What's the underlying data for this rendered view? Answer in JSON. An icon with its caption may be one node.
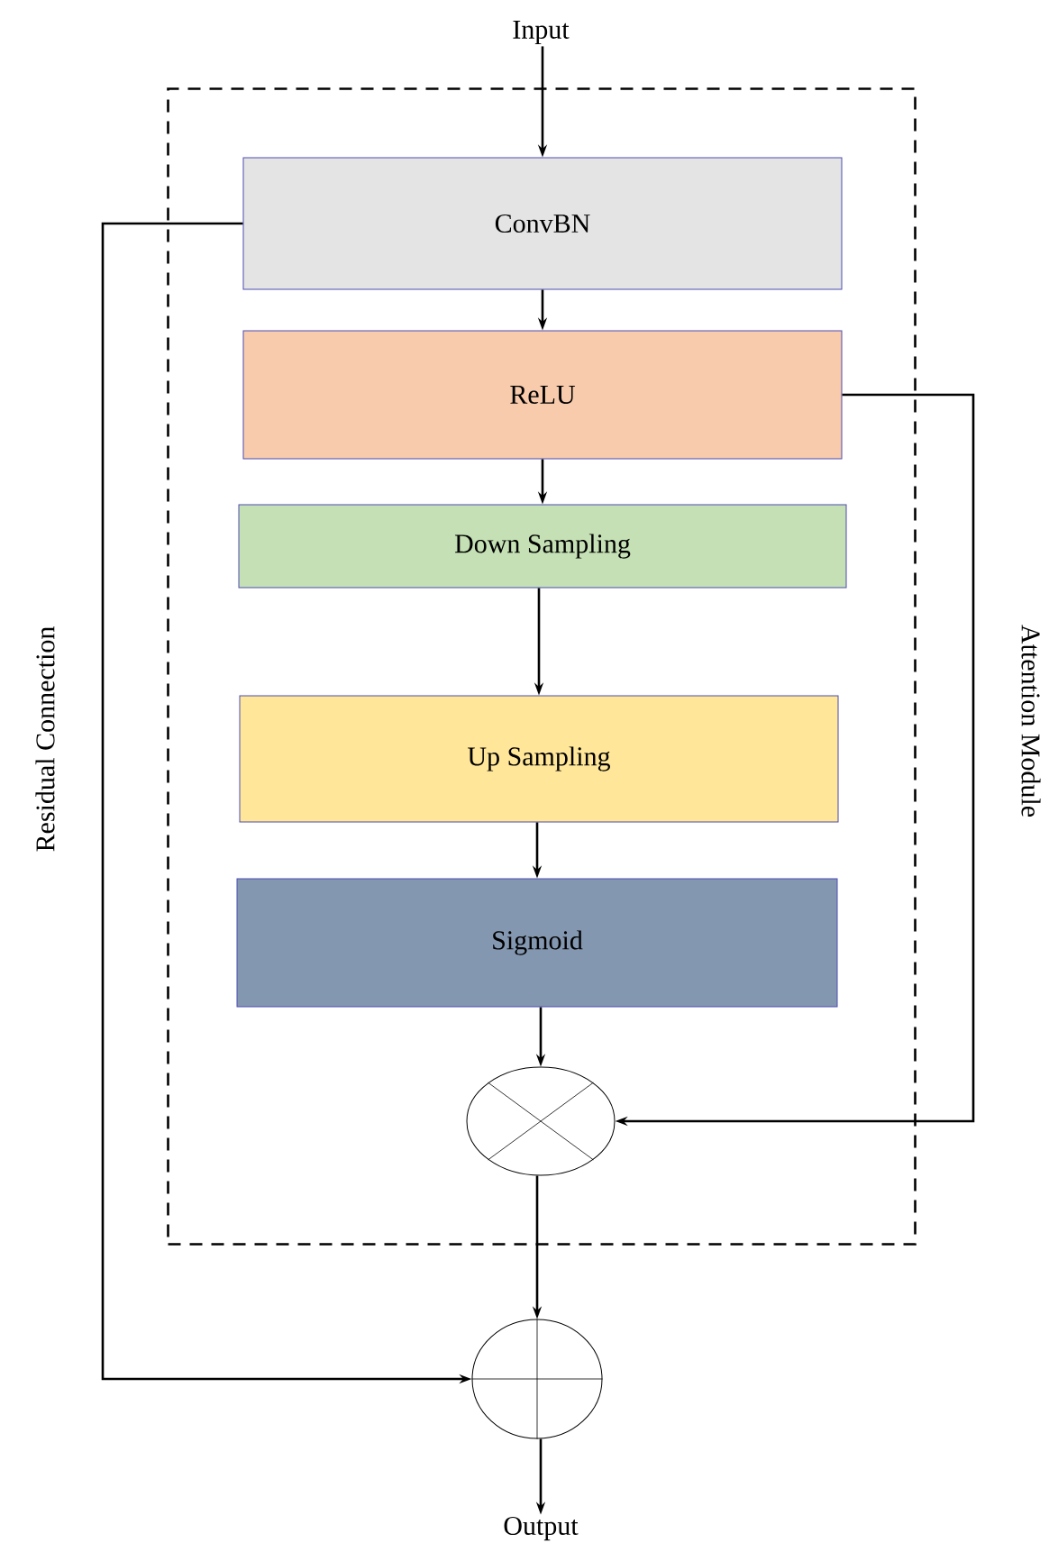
{
  "diagram": {
    "nodes": [
      {
        "text": [
          "Input"
        ]
      },
      {
        "text": [],
        "shape": "box"
      },
      {
        "text": [
          "ConvBN"
        ],
        "in": 1
      },
      {
        "text": [
          "ReLU"
        ],
        "in": 1
      },
      {
        "text": [
          "Down Sampling"
        ],
        "in": 1
      },
      {
        "text": [
          "Up Sampling"
        ],
        "in": 1
      },
      {
        "text": [
          "Sigmoid"
        ],
        "in": 1
      },
      {
        "text": [],
        "shape": "cross",
        "in": 1
      },
      {
        "text": [],
        "shape": "plus"
      },
      {
        "text": [
          "Output"
        ]
      }
    ],
    "edges": [
      {
        "from": 0,
        "to": 2,
        "arrow": "to"
      },
      {
        "from": 2,
        "to": 3,
        "arrow": "to"
      },
      {
        "from": 3,
        "to": 4,
        "arrow": "to"
      },
      {
        "from": 4,
        "to": 5,
        "arrow": "to"
      },
      {
        "from": 5,
        "to": 6,
        "arrow": "to"
      },
      {
        "from": 6,
        "to": 7,
        "arrow": "to"
      },
      {
        "from": 7,
        "to": 8,
        "arrow": "to"
      },
      {
        "from": 8,
        "to": 9,
        "arrow": "to"
      },
      {
        "from": 2,
        "to": 8,
        "arrow": "to",
        "label": "Residual Connection"
      },
      {
        "from": 3,
        "to": 7,
        "arrow": "to",
        "label": "Attention Module"
      }
    ]
  }
}
